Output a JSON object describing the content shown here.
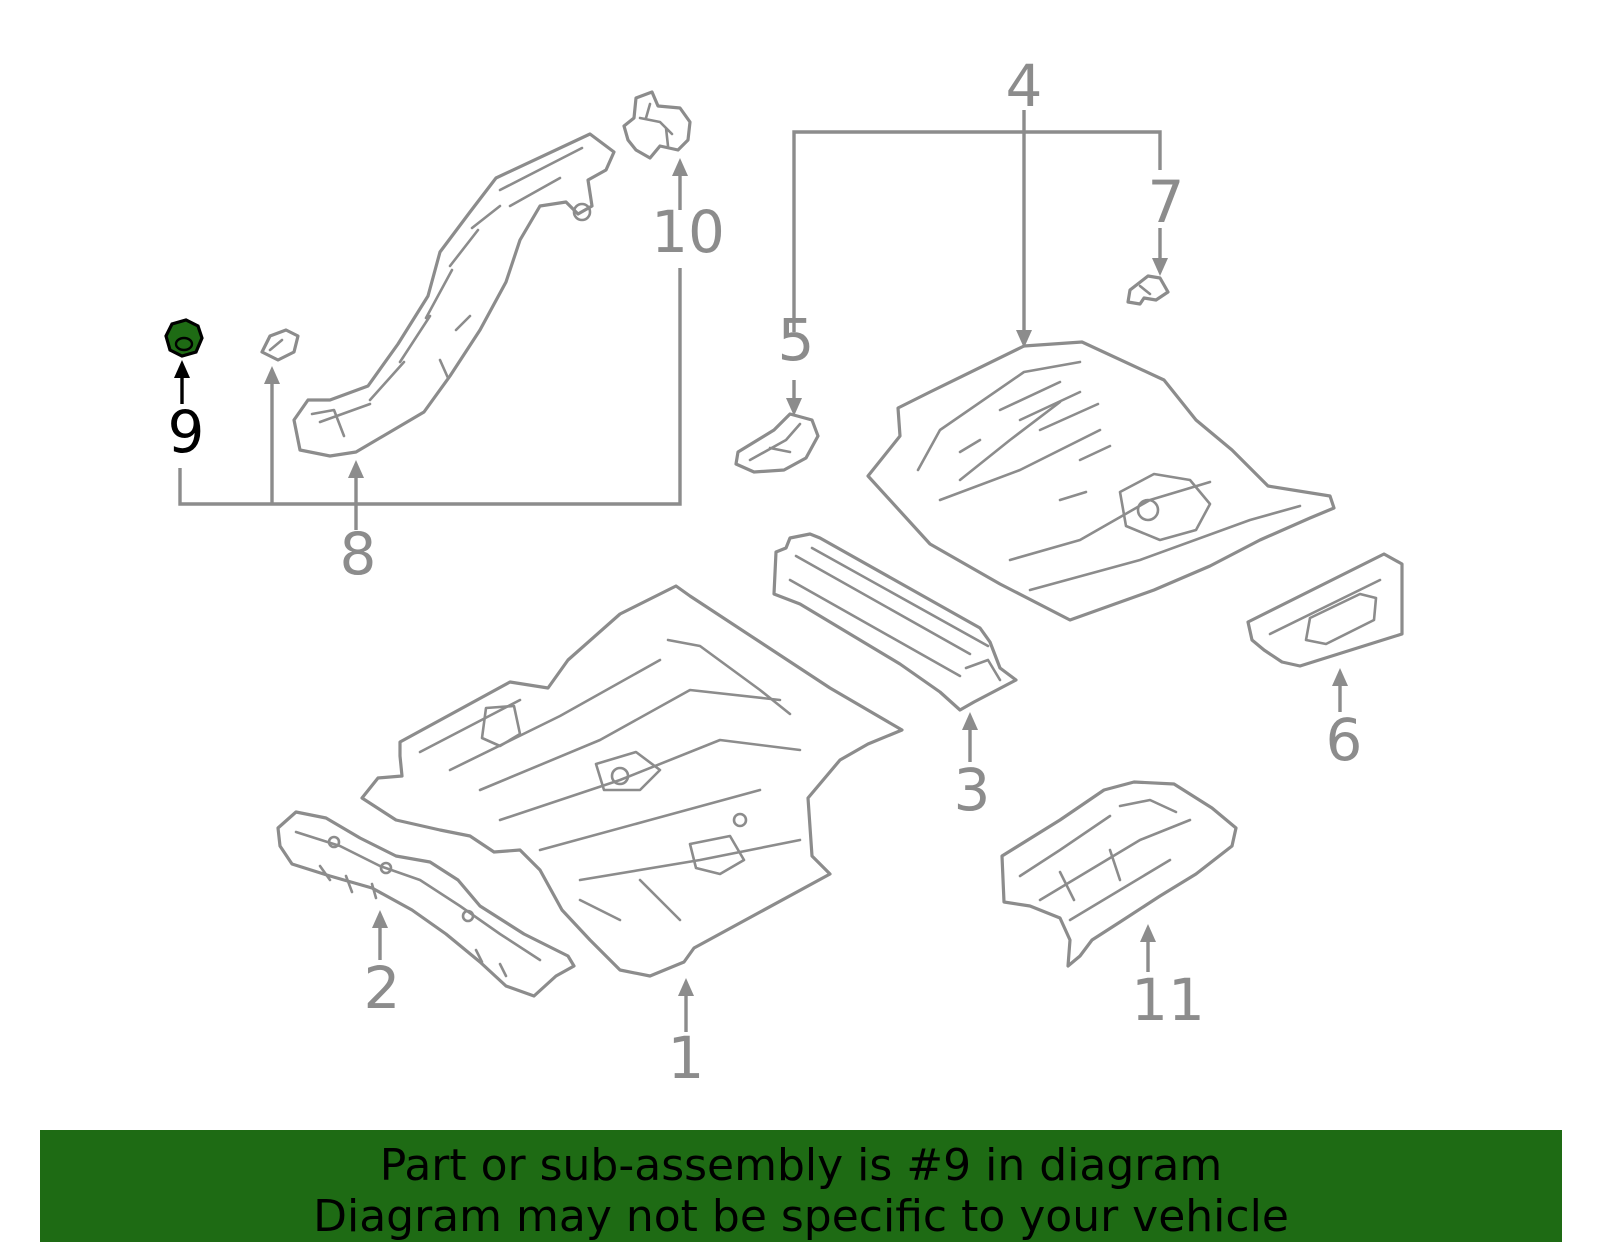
{
  "diagram": {
    "highlight_part": "9",
    "colors": {
      "highlight_fill": "#1e6b14",
      "outline": "#8c8c8c",
      "banner_bg": "#1e6b14"
    },
    "callouts": {
      "c1": "1",
      "c2": "2",
      "c3": "3",
      "c4": "4",
      "c5": "5",
      "c6": "6",
      "c7": "7",
      "c8": "8",
      "c9": "9",
      "c10": "10",
      "c11": "11"
    }
  },
  "banner": {
    "line1": "Part or sub-assembly is #9 in diagram",
    "line2": "Diagram may not be specific to your vehicle"
  }
}
